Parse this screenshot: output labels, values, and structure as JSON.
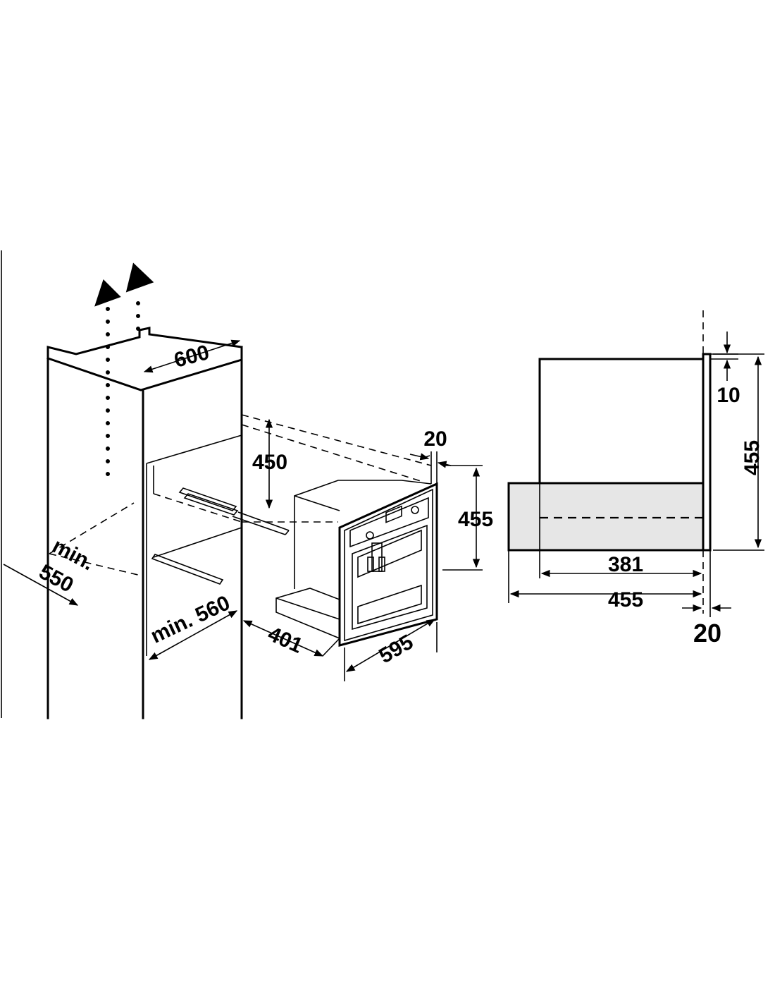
{
  "diagram": {
    "colors": {
      "ink": "#000000",
      "background": "#ffffff",
      "panel_fill": "#e6e6e6"
    },
    "perspective": {
      "cabinet_width": "600",
      "min_depth_side": "min.",
      "min_depth_value": "550",
      "niche_height": "450",
      "niche_depth": "min. 560",
      "frame_thickness": "20",
      "appliance_height": "455",
      "appliance_depth": "401",
      "appliance_width": "595",
      "ventilation_icon": "airflow-arrow-icon"
    },
    "side_view": {
      "top_gap": "10",
      "overall_height": "455",
      "body_depth": "381",
      "overall_depth": "455",
      "front_thickness": "20"
    }
  }
}
